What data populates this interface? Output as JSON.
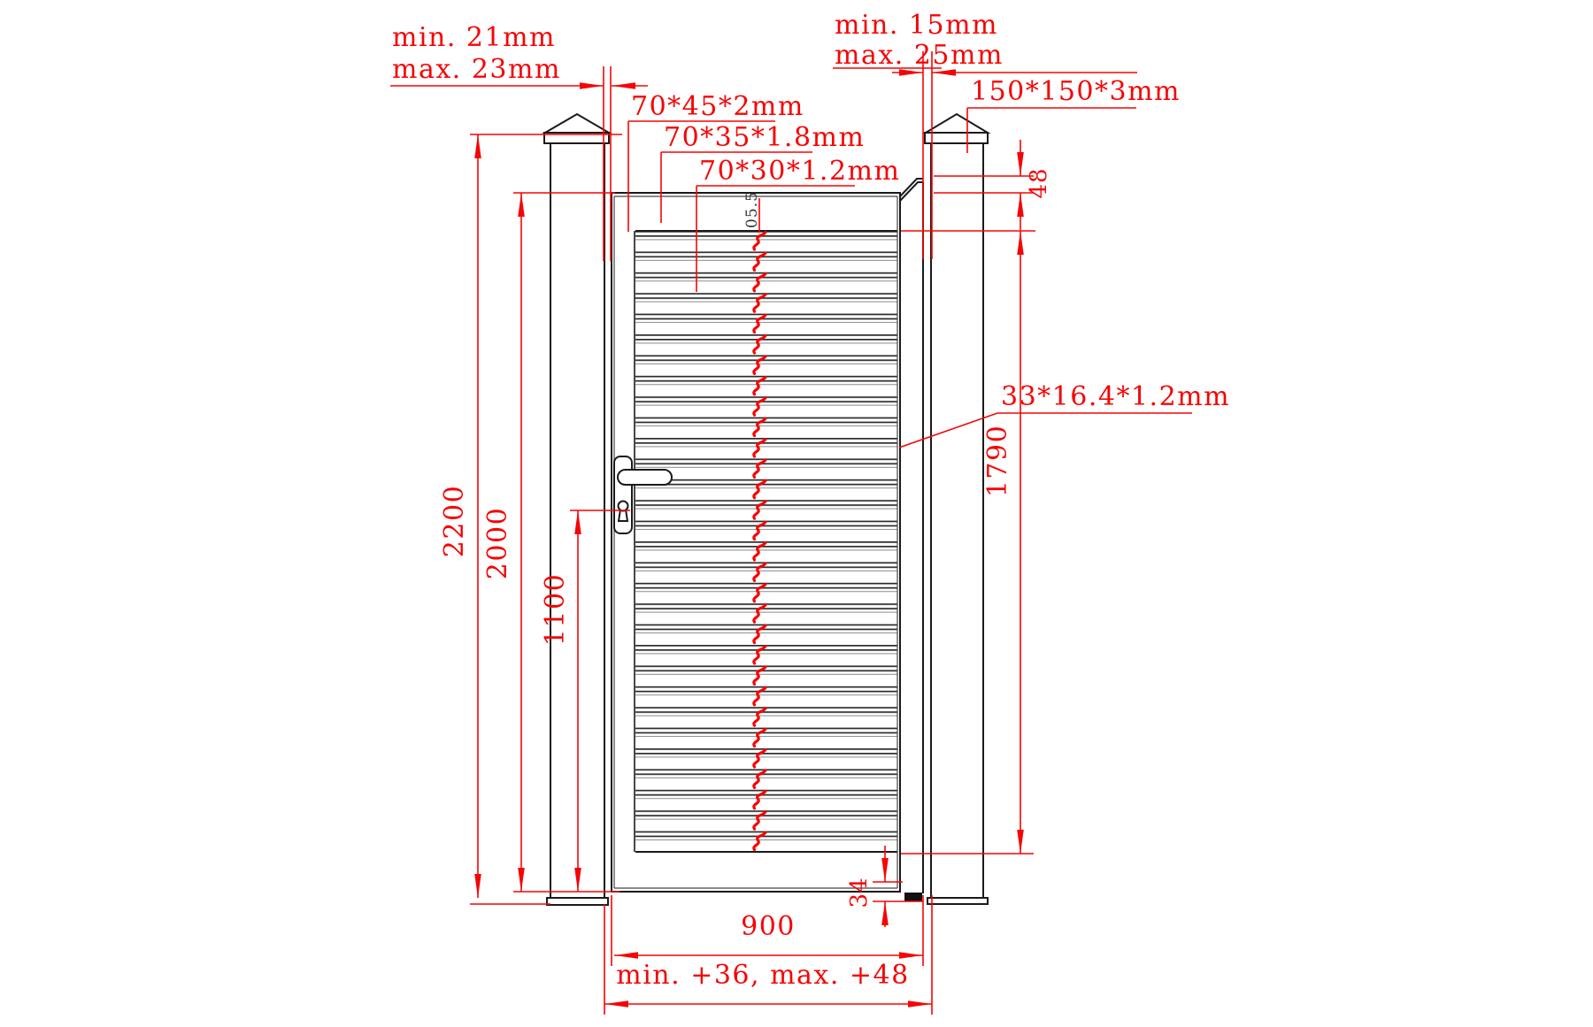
{
  "drawing": {
    "type": "technical dimension drawing of single aluminium gate with louvre infill and two posts",
    "colors": {
      "dimension": "#f50505",
      "outline": "#1a1a1a"
    },
    "labels": {
      "gap_left_line1": "min. 21mm",
      "gap_left_line2": "max. 23mm",
      "gap_right_line1": "min. 15mm",
      "gap_right_line2": "max. 25mm",
      "frame_profile": "70*45*2mm",
      "mid_profile": "70*35*1.8mm",
      "slat_profile": "70*30*1.2mm",
      "post_profile": "150*150*3mm",
      "slat_section": "33*16.4*1.2mm",
      "hole_dia": "05.5"
    },
    "dimensions": {
      "post_height": "2200",
      "gate_height": "2000",
      "lock_height": "1100",
      "infill_height": "1790",
      "top_offset": "48",
      "bottom_clearance": "34",
      "gate_width": "900",
      "opening_width": "min. +36, max. +48"
    }
  }
}
